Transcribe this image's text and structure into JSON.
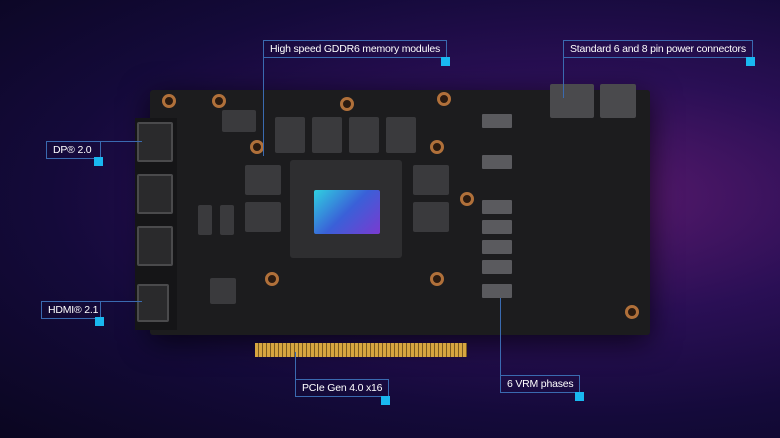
{
  "labels": {
    "memory": "High speed GDDR6 memory modules",
    "power": "Standard 6 and 8 pin power connectors",
    "displayport": "DP® 2.0",
    "hdmi": "HDMI® 2.1",
    "pcie": "PCIe Gen 4.0 x16",
    "vrm": "6 VRM phases"
  },
  "colors": {
    "accent": "#19b8f0",
    "leader_line": "#3a6ab0",
    "background": "#2a0f55"
  }
}
